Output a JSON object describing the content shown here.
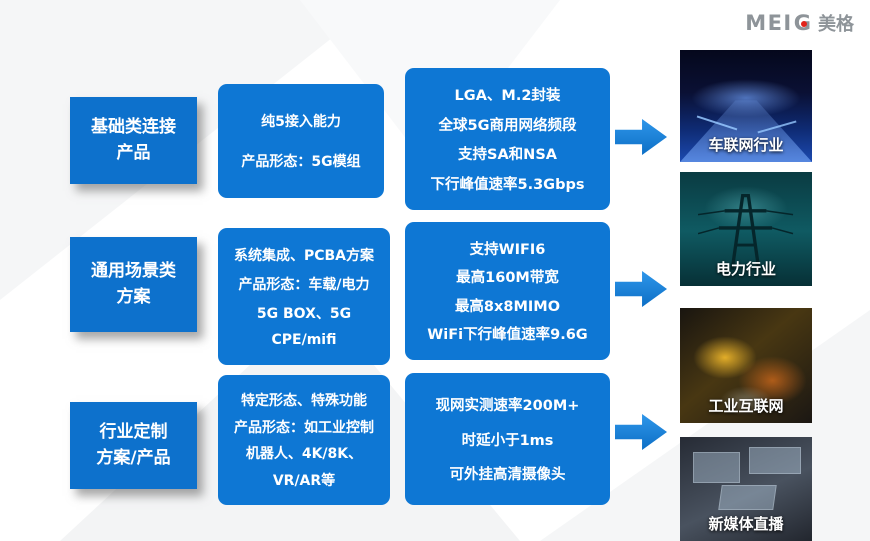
{
  "logo": {
    "latin": "MEI",
    "g": "G",
    "cn": "美格"
  },
  "rows": [
    {
      "category": {
        "line1": "基础类连接",
        "line2": "产品"
      },
      "product": [
        "纯5接入能力",
        "产品形态：5G模组"
      ],
      "specs": [
        "LGA、M.2封装",
        "全球5G商用网络频段",
        "支持SA和NSA",
        "下行峰值速率5.3Gbps"
      ]
    },
    {
      "category": {
        "line1": "通用场景类",
        "line2": "方案"
      },
      "product": [
        "系统集成、PCBA方案",
        "产品形态：车载/电力",
        "5G BOX、5G",
        "CPE/mifi"
      ],
      "specs": [
        "支持WIFI6",
        "最高160M带宽",
        "最高8x8MIMO",
        "WiFi下行峰值速率9.6G"
      ]
    },
    {
      "category": {
        "line1": "行业定制",
        "line2": "方案/产品"
      },
      "product": [
        "特定形态、特殊功能",
        "产品形态：如工业控制",
        "机器人、4K/8K、",
        "VR/AR等"
      ],
      "specs": [
        "现网实测速率200M+",
        "时延小于1ms",
        "可外挂高清摄像头"
      ]
    }
  ],
  "industries": [
    {
      "label": "车联网行业"
    },
    {
      "label": "电力行业"
    },
    {
      "label": "工业互联网"
    },
    {
      "label": "新媒体直播"
    }
  ],
  "colors": {
    "box_blue": "#0E77D4",
    "arrow_blue": "#1283E0",
    "logo_red": "#E2231A",
    "logo_gray": "#8E9499"
  }
}
